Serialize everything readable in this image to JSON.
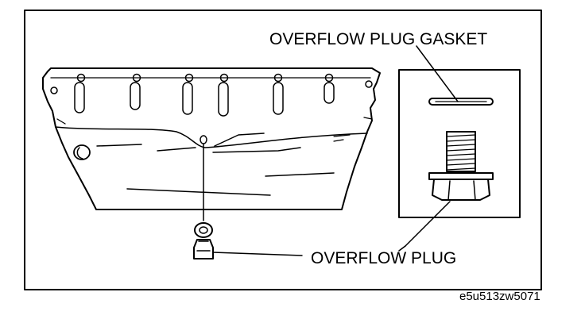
{
  "labels": {
    "gasket": "OVERFLOW PLUG GASKET",
    "plug": "OVERFLOW PLUG"
  },
  "image_code": "e5u513zw5071",
  "colors": {
    "line": "#000000",
    "background": "#ffffff"
  }
}
